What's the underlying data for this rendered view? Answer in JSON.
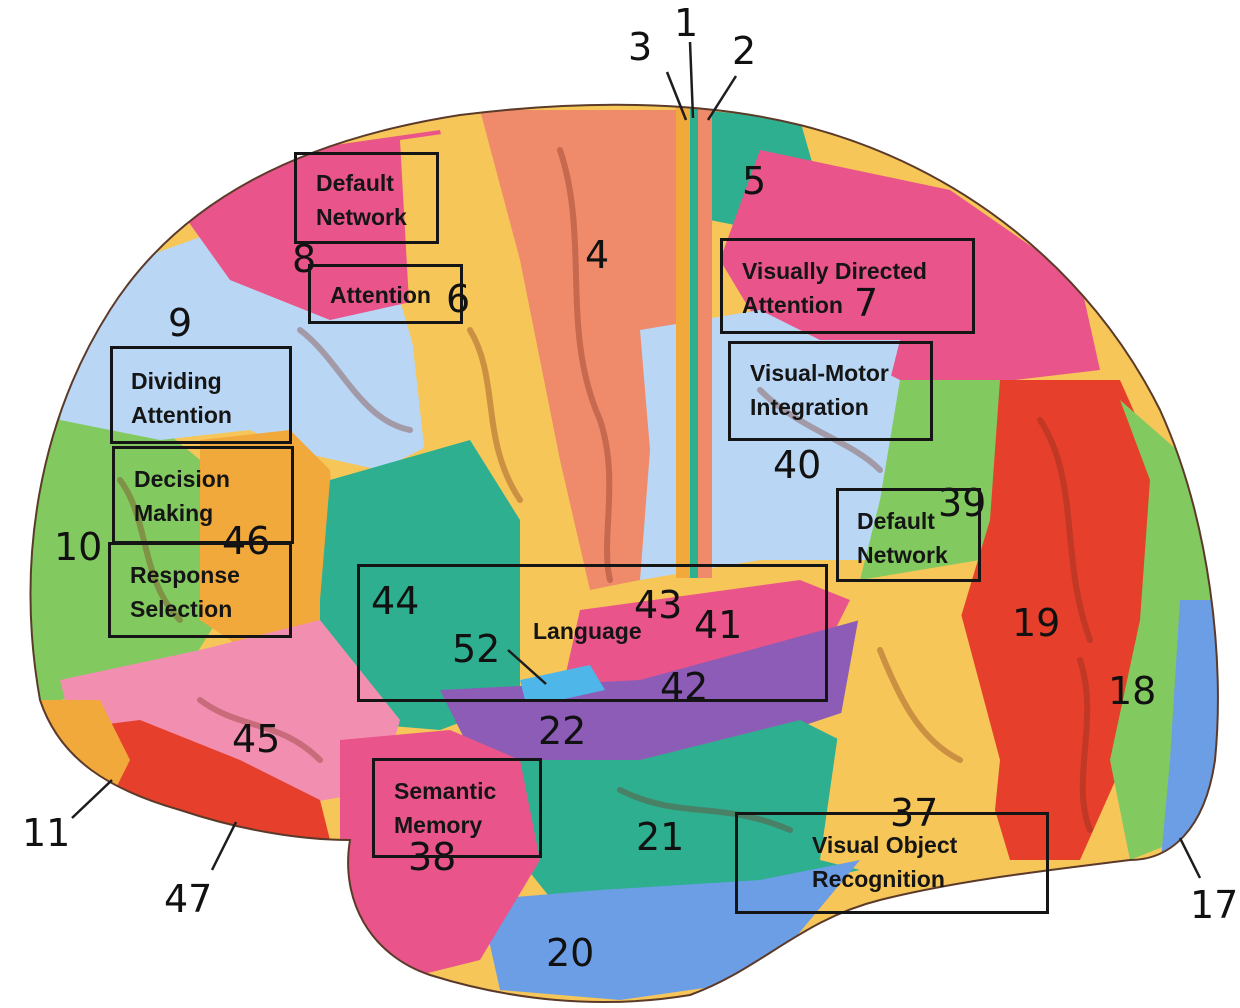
{
  "colors": {
    "outline": "#1d1d1d",
    "pink": "#e9558a",
    "light_pink": "#f28fb0",
    "blue": "#6c9ee6",
    "light_blue": "#b9d6f5",
    "orange": "#f2a93b",
    "yellow": "#f6c658",
    "red": "#e63f2b",
    "salmon": "#ef8a6a",
    "teal": "#2eaf90",
    "green": "#82c95f",
    "purple": "#8c5cb6",
    "sky": "#4fb6ea"
  },
  "area_numbers": {
    "a1": "1",
    "a2": "2",
    "a3": "3",
    "a4": "4",
    "a5": "5",
    "a6": "6",
    "a7": "7",
    "a8": "8",
    "a9": "9",
    "a10": "10",
    "a11": "11",
    "a17": "17",
    "a18": "18",
    "a19": "19",
    "a20": "20",
    "a21": "21",
    "a22": "22",
    "a37": "37",
    "a38": "38",
    "a39": "39",
    "a40": "40",
    "a41": "41",
    "a42": "42",
    "a43": "43",
    "a44": "44",
    "a45": "45",
    "a46": "46",
    "a47": "47",
    "a52": "52"
  },
  "functions": {
    "default_network_frontal": {
      "line1": "Default",
      "line2": "Network"
    },
    "attention": {
      "line1": "Attention"
    },
    "visually_directed_attention": {
      "line1": "Visually Directed",
      "line2": "Attention"
    },
    "visual_motor_integration": {
      "line1": "Visual-Motor",
      "line2": "Integration"
    },
    "dividing_attention": {
      "line1": "Dividing",
      "line2": "Attention"
    },
    "decision_making": {
      "line1": "Decision",
      "line2": "Making"
    },
    "response_selection": {
      "line1": "Response",
      "line2": "Selection"
    },
    "default_network_parietal": {
      "line1": "Default",
      "line2": "Network"
    },
    "language": {
      "line1": "Language"
    },
    "semantic_memory": {
      "line1": "Semantic",
      "line2": "Memory"
    },
    "visual_object_recognition": {
      "line1": "Visual Object",
      "line2": "Recognition"
    }
  }
}
